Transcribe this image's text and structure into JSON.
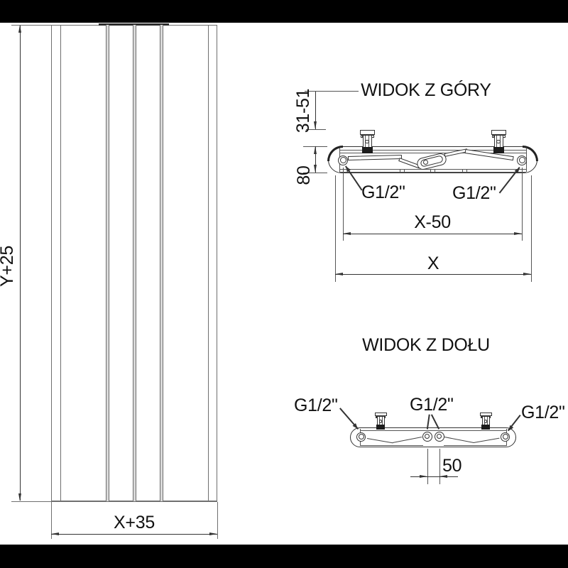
{
  "colors": {
    "background": "#ffffff",
    "edge_bars": "#000000",
    "panel_lines": "#6f6f6f",
    "drawing_lines": "#333333",
    "text": "#111111"
  },
  "front_view": {
    "height_label": "Y+25",
    "width_label": "X+35"
  },
  "top_view": {
    "title": "WIDOK Z GÓRY",
    "bracket_range_label": "31-51",
    "depth_label": "80",
    "port_spacing_label": "X-50",
    "total_width_label": "X",
    "port_left_label": "G1/2\"",
    "port_right_label": "G1/2\""
  },
  "bottom_view": {
    "title": "WIDOK Z DOŁU",
    "port_offset_label": "50",
    "port_left_label": "G1/2\"",
    "port_center_label": "G1/2\"",
    "port_right_label": "G1/2\""
  }
}
